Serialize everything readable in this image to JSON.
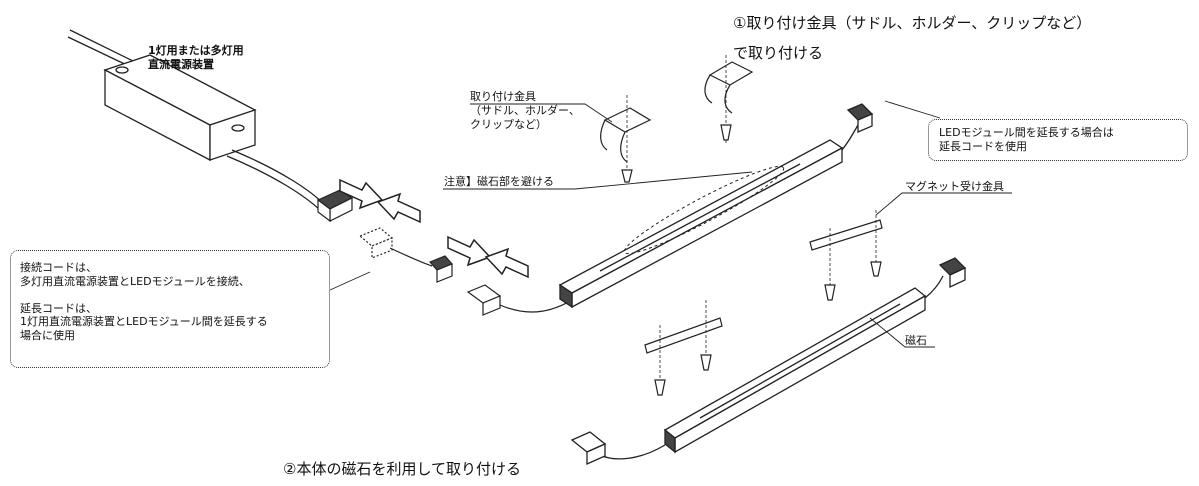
{
  "power_supply_label": [
    "1灯用または多灯用",
    "直流電源装置"
  ],
  "method1_title": [
    "①取り付け金具（サドル、ホルダー、クリップなど）",
    "で取り付ける"
  ],
  "bracket_label": [
    "取り付け金具",
    "（サドル、ホルダー、",
    "クリップなど）"
  ],
  "caution_label": "注意】磁石部を避ける",
  "extension_note": [
    "LEDモジュール間を延長する場合は",
    "延長コードを使用"
  ],
  "magnet_bracket_label": "マグネット受け金具",
  "magnet_label": "磁石",
  "cord_note": {
    "connection": [
      "接続コードは、",
      "多灯用直流電源装置とLEDモジュールを接続、"
    ],
    "extension": [
      "延長コードは、",
      "1灯用直流電源装置とLEDモジュール間を延長する",
      "場合に使用"
    ]
  },
  "method2_title": "②本体の磁石を利用して取り付ける"
}
